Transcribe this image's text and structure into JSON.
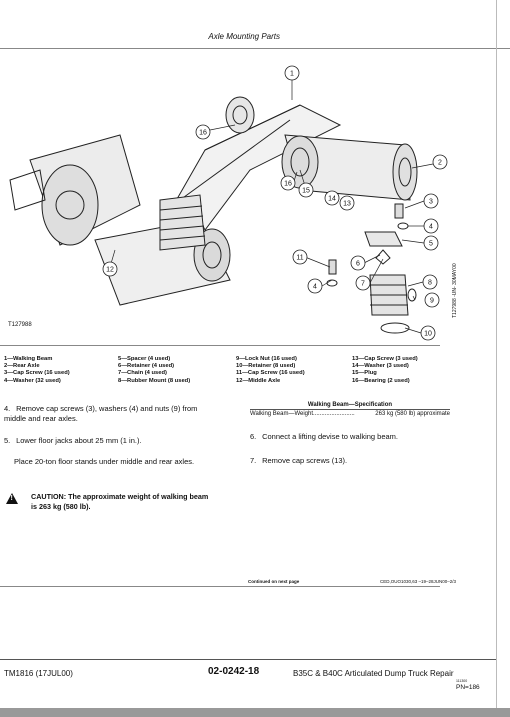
{
  "header": {
    "title": "Axle Mounting Parts"
  },
  "figure": {
    "id": "T127988",
    "side_code": "T127988 -UN- 30MAY00",
    "callouts": [
      "1",
      "2",
      "3",
      "4",
      "5",
      "6",
      "7",
      "8",
      "9",
      "10",
      "11",
      "12",
      "13",
      "14",
      "15",
      "16"
    ]
  },
  "legend": {
    "col1": [
      "1—Walking Beam",
      "2—Rear Axle",
      "3—Cap Screw (16 used)",
      "4—Washer (32 used)"
    ],
    "col2": [
      "5—Spacer (4 used)",
      "6—Retainer (4 used)",
      "7—Chain (4 used)",
      "8—Rubber Mount (8 used)"
    ],
    "col3": [
      "9—Lock Nut (16 used)",
      "10—Retainer (8 used)",
      "11—Cap Screw (16 used)",
      "12—Middle Axle"
    ],
    "col4": [
      "13—Cap Screw (3 used)",
      "14—Washer (3 used)",
      "15—Plug",
      "16—Bearing (2 used)"
    ]
  },
  "steps_left": [
    {
      "num": "4.",
      "text": "Remove cap screws (3), washers (4) and nuts (9) from middle and rear axles."
    },
    {
      "num": "5.",
      "text": "Lower floor jacks about 25 mm (1 in.)."
    },
    {
      "num": "",
      "text": "Place 20-ton floor stands under middle and rear axles."
    }
  ],
  "caution": {
    "text": "CAUTION: The approximate weight of walking beam is 263 kg (580 lb)."
  },
  "spec": {
    "heading": "Walking Beam—Specification",
    "label": "Walking Beam—Weight.........................",
    "value": "263 kg (580 lb) approximate"
  },
  "steps_right": [
    {
      "num": "6.",
      "text": "Connect a lifting devise to walking beam."
    },
    {
      "num": "7.",
      "text": "Remove cap screws (13)."
    }
  ],
  "continued": "Continued on next page",
  "doc_code": "CED,OUO1030,63  –19–28JUN00–2/3",
  "footer": {
    "manual": "TM1816 (17JUL00)",
    "page": "02-0242-18",
    "title": "B35C & B40C Articulated Dump Truck Repair",
    "small": "111300",
    "pn": "PN=186"
  },
  "colors": {
    "ink": "#111111",
    "rule": "#888888",
    "bar": "#999999"
  }
}
